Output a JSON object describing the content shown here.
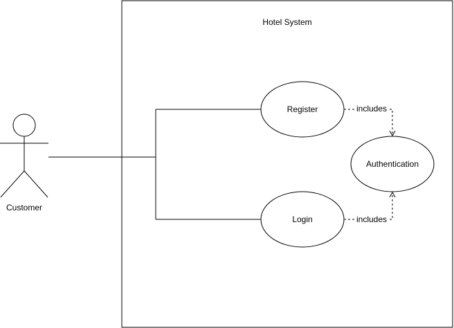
{
  "system": {
    "title": "Hotel System"
  },
  "actor": {
    "label": "Customer"
  },
  "use_cases": {
    "register": "Register",
    "login": "Login",
    "authentication": "Authentication"
  },
  "relationships": {
    "register_include": "includes",
    "login_include": "includes"
  },
  "colors": {
    "stroke": "#000000",
    "fill": "#ffffff"
  }
}
